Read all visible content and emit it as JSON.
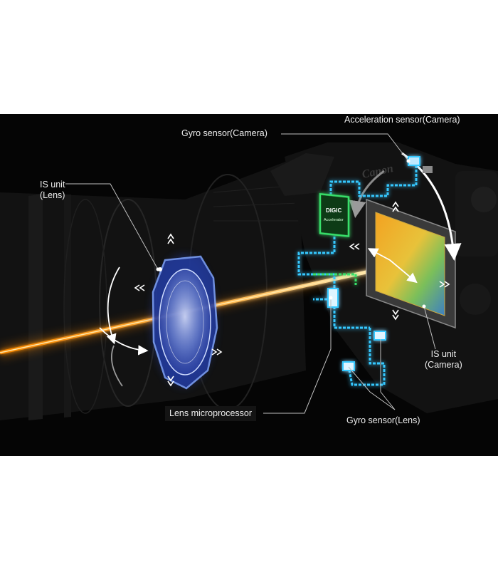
{
  "labels": {
    "acceleration_sensor_camera": "Acceleration sensor(Camera)",
    "gyro_sensor_camera": "Gyro sensor(Camera)",
    "is_unit_lens_line1": "IS unit",
    "is_unit_lens_line2": "(Lens)",
    "is_unit_camera_line1": "IS unit",
    "is_unit_camera_line2": "(Camera)",
    "lens_microprocessor": "Lens microprocessor",
    "gyro_sensor_lens": "Gyro sensor(Lens)"
  },
  "chip": {
    "line1": "DIGIC",
    "line2": "Accelerator"
  },
  "logo": "Canon",
  "colors": {
    "background": "#050505",
    "light_beam": "#ff9a1f",
    "circuit_blue": "#35c8ff",
    "circuit_green": "#39e06a",
    "lens_glow": "#4f7dff",
    "label_text": "#ededed"
  }
}
